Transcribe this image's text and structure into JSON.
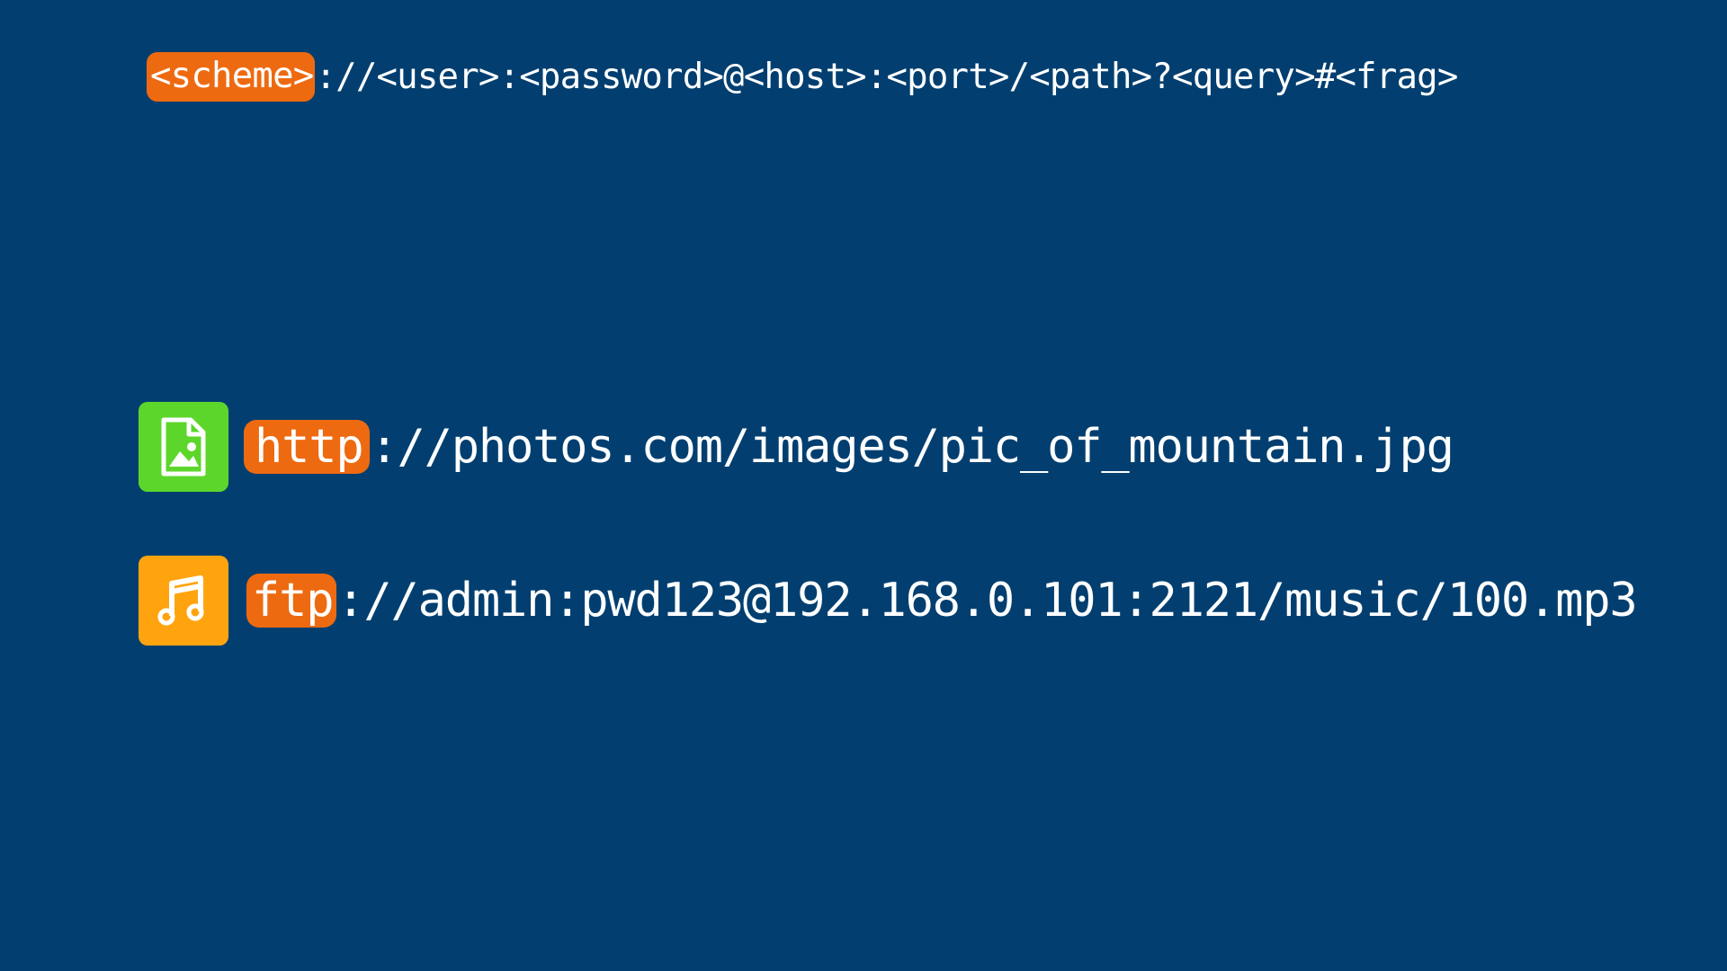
{
  "template": {
    "scheme": "<scheme>",
    "rest": "://<user>:<password>@<host>:<port>/<path>?<query>#<frag>"
  },
  "examples": [
    {
      "icon": "image-file-icon",
      "icon_color": "#5DD62C",
      "scheme": "http",
      "rest": "://photos.com/images/pic_of_mountain.jpg"
    },
    {
      "icon": "music-note-icon",
      "icon_color": "#FFA40F",
      "scheme": "ftp",
      "rest": "://admin:pwd123@192.168.0.101:2121/music/100.mp3"
    }
  ],
  "colors": {
    "background": "#023F70",
    "highlight": "#EE6A10",
    "text": "#FFFFFF"
  }
}
